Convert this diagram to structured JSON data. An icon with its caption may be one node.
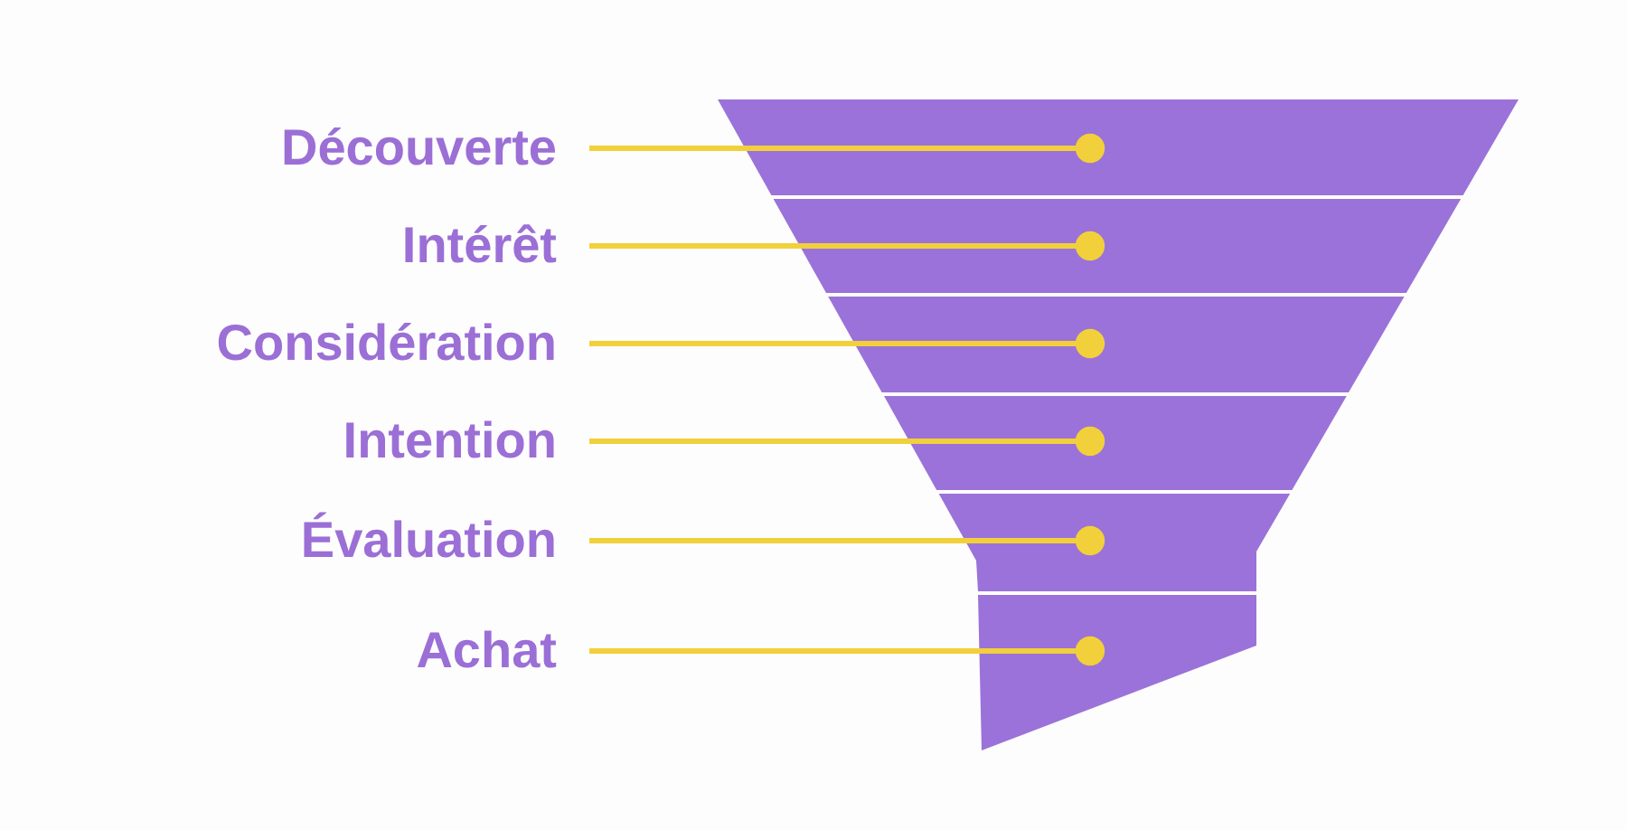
{
  "diagram": {
    "nodes": [
      {
        "text": [
          "Découverte"
        ]
      },
      {
        "text": [
          "Intérêt"
        ]
      },
      {
        "text": [
          "Considération"
        ]
      },
      {
        "text": [
          "Intention"
        ]
      },
      {
        "text": [
          "Évaluation"
        ]
      },
      {
        "text": [
          "Achat"
        ]
      },
      {
        "text": [],
        "shape": "box"
      },
      {
        "text": [],
        "shape": "box"
      },
      {
        "text": [],
        "shape": "box"
      },
      {
        "text": [],
        "shape": "box"
      },
      {
        "text": [],
        "shape": "box"
      },
      {
        "text": [],
        "shape": "box"
      }
    ],
    "edges": [
      {
        "from": 0,
        "to": 6,
        "arrow": "other"
      },
      {
        "from": 1,
        "to": 7,
        "arrow": "other"
      },
      {
        "from": 2,
        "to": 8,
        "arrow": "other"
      },
      {
        "from": 3,
        "to": 9,
        "arrow": "other"
      },
      {
        "from": 4,
        "to": 10,
        "arrow": "other"
      },
      {
        "from": 5,
        "to": 11,
        "arrow": "other"
      }
    ]
  }
}
